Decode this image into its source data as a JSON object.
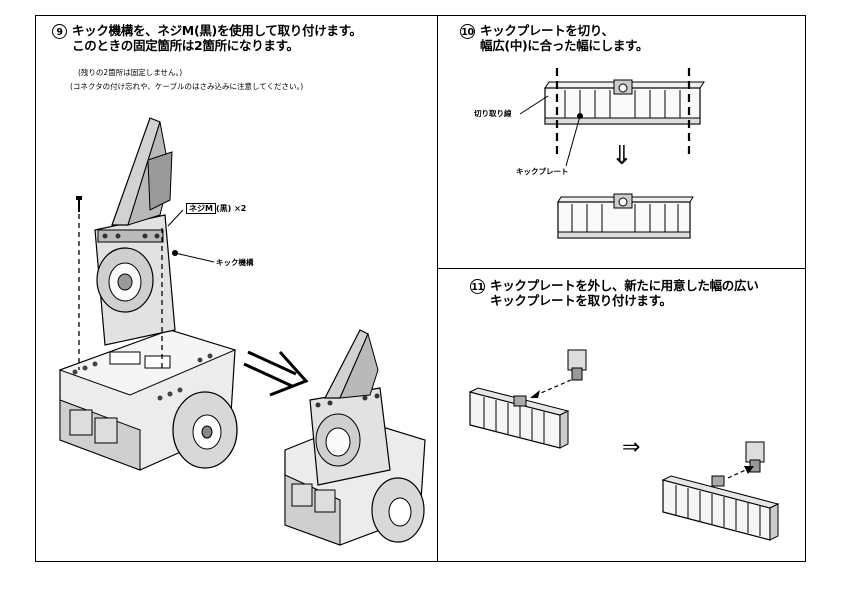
{
  "step9": {
    "number": "9",
    "line1": "キック機構を、ネジM(黒)を使用して取り付けます。",
    "line2": "このときの固定箇所は2箇所になります。",
    "note1": "(残りの2箇所は固定しません。)",
    "note2": "(コネクタの付け忘れや、ケーブルのはさみ込みに注意してください。)",
    "screw_name": "ネジM",
    "screw_color": "(黒)",
    "screw_qty": "×2",
    "kick_label": "キック機構"
  },
  "step10": {
    "number": "10",
    "line1": "キックプレートを切り、",
    "line2": "幅広(中)に合った幅にします。",
    "cut_label": "切り取り線",
    "plate_label": "キックプレート",
    "arrow": "⇓"
  },
  "step11": {
    "number": "11",
    "line1": "キックプレートを外し、新たに用意した幅の広い",
    "line2": "キックプレートを取り付けます。",
    "arrow": "⇒"
  },
  "colors": {
    "line": "#000000",
    "fill_light": "#e6e6e6",
    "fill_mid": "#bdbdbd",
    "fill_dark": "#555555"
  }
}
